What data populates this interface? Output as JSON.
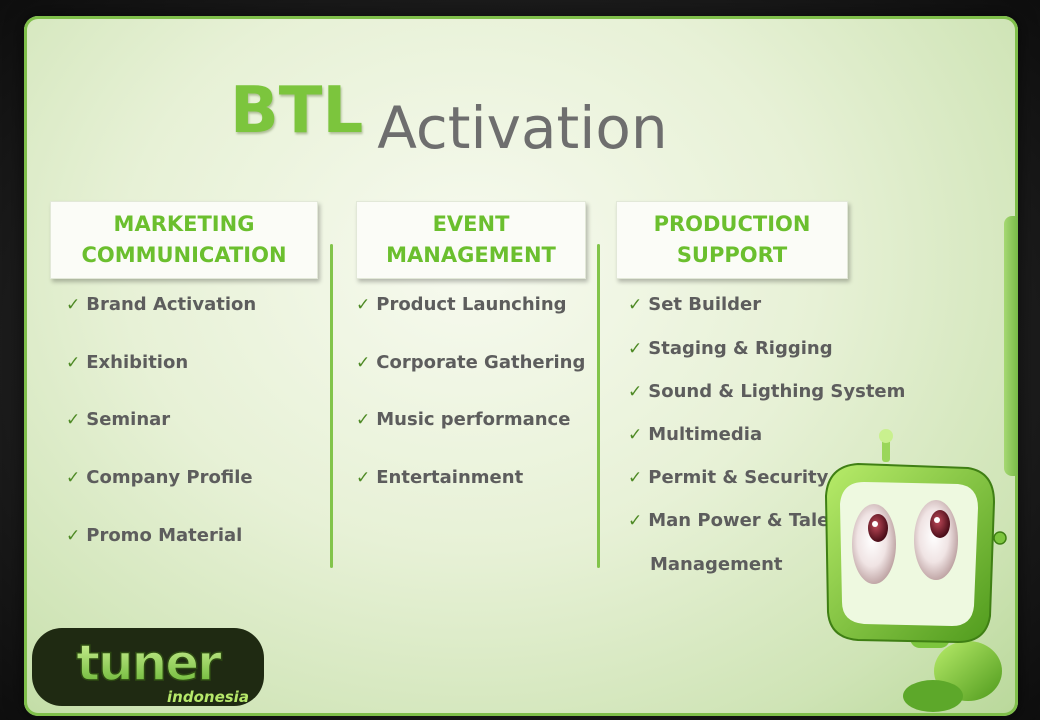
{
  "title": {
    "highlight": "BTL",
    "rest": "Activation"
  },
  "columns": [
    {
      "header_line1": "MARKETING",
      "header_line2": "COMMUNICATION",
      "items": [
        "Brand Activation",
        "Exhibition",
        "Seminar",
        "Company Profile",
        "Promo Material"
      ]
    },
    {
      "header_line1": "EVENT",
      "header_line2": "MANAGEMENT",
      "items": [
        "Product Launching",
        "Corporate Gathering",
        "Music performance",
        "Entertainment"
      ]
    },
    {
      "header_line1": "PRODUCTION",
      "header_line2": "SUPPORT",
      "items": [
        "Set Builder",
        "Staging & Rigging",
        "Sound & Ligthing System",
        "Multimedia",
        "Permit & Security",
        "Man Power & Talent"
      ],
      "continuation": "Management"
    }
  ],
  "logo": {
    "word": "tuner",
    "sub": "indonesia"
  },
  "icons": {
    "check": "check-icon",
    "mascot": "robot-mascot-icon"
  },
  "colors": {
    "accent": "#7cc53d",
    "header_text": "#6bbf2e",
    "item_text": "#5d5d5d",
    "check": "#4e8a25"
  }
}
